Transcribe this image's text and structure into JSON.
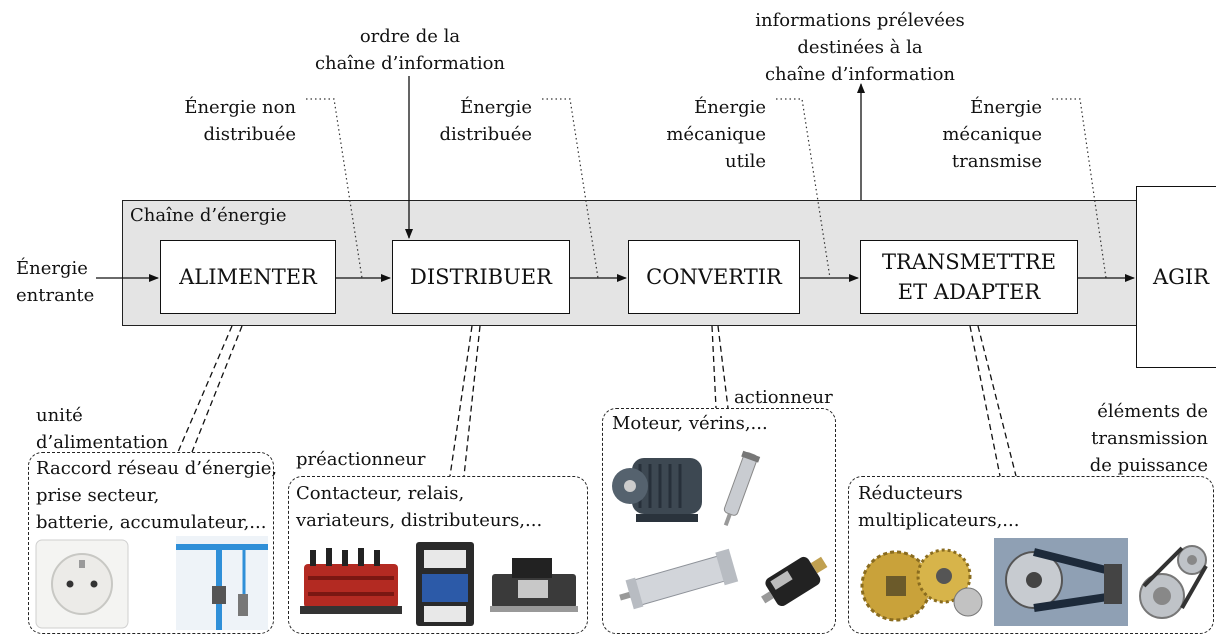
{
  "chain": {
    "label": "Chaîne d’énergie",
    "input_label": [
      "Énergie",
      "entrante"
    ],
    "blocks": {
      "alimenter": "ALIMENTER",
      "distribuer": "DISTRIBUER",
      "convertir": "CONVERTIR",
      "transmettre": [
        "TRANSMETTRE",
        "ET ADAPTER"
      ],
      "agir": "AGIR"
    }
  },
  "top_labels": {
    "ordre": [
      "ordre de la",
      "chaîne d’information"
    ],
    "informations": [
      "informations prélevées",
      "destinées à la",
      "chaîne d’information"
    ],
    "energie_non_distribuee": [
      "Énergie non",
      "distribuée"
    ],
    "energie_distribuee": [
      "Énergie",
      "distribuée"
    ],
    "energie_mecanique_utile": [
      "Énergie",
      "mécanique",
      "utile"
    ],
    "energie_mecanique_transmise": [
      "Énergie",
      "mécanique",
      "transmise"
    ]
  },
  "components": {
    "unite": {
      "title": [
        "unité",
        "d’alimentation"
      ],
      "text": [
        "Raccord réseau d’énergie,",
        "prise secteur,",
        "batterie, accumulateur,..."
      ],
      "photos": [
        "power-socket",
        "compressed-air-network"
      ]
    },
    "preactionneur": {
      "title": "préactionneur",
      "text": [
        "Contacteur, relais,",
        "variateurs, distributeurs,..."
      ],
      "photos": [
        "hydraulic-valve-block",
        "contactor",
        "pneumatic-distributor"
      ]
    },
    "actionneur": {
      "title": "actionneur",
      "text": "Moteur, vérins,...",
      "photos": [
        "electric-motor",
        "small-cylinder",
        "pneumatic-cylinder",
        "dc-motor"
      ]
    },
    "transmission": {
      "title": [
        "éléments de",
        "transmission",
        "de puissance"
      ],
      "text": [
        "Réducteurs",
        "multiplicateurs,..."
      ],
      "photos": [
        "gear-reducer",
        "belt-drive",
        "pulleys"
      ]
    }
  },
  "colors": {
    "band": "#e4e4e4",
    "motor": "#3d4852",
    "valve_red": "#b32a22",
    "gear_gold": "#c9a23a",
    "contactor_blue": "#2c5aa8"
  }
}
